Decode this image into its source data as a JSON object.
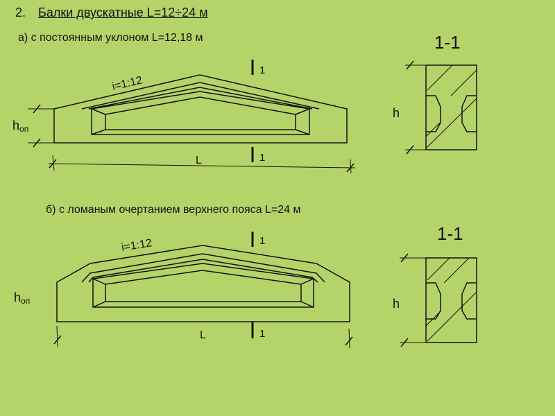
{
  "heading": {
    "number": "2.",
    "text": "Балки двускатные    L=12÷24 м"
  },
  "beam_a": {
    "caption": "а) с постоянным уклоном   L=12,18 м",
    "slope": "i=1:12",
    "h_label": "h",
    "h_subscript": "оп",
    "length": "L",
    "cut_mark": "1",
    "section_title": "1-1",
    "section_h": "h"
  },
  "beam_b": {
    "caption": "б) с ломаным очертанием верхнего пояса   L=24 м",
    "slope": "i=1:12",
    "h_label": "h",
    "h_subscript": "оп",
    "length": "L",
    "cut_mark": "1",
    "section_title": "1-1",
    "section_h": "h"
  }
}
